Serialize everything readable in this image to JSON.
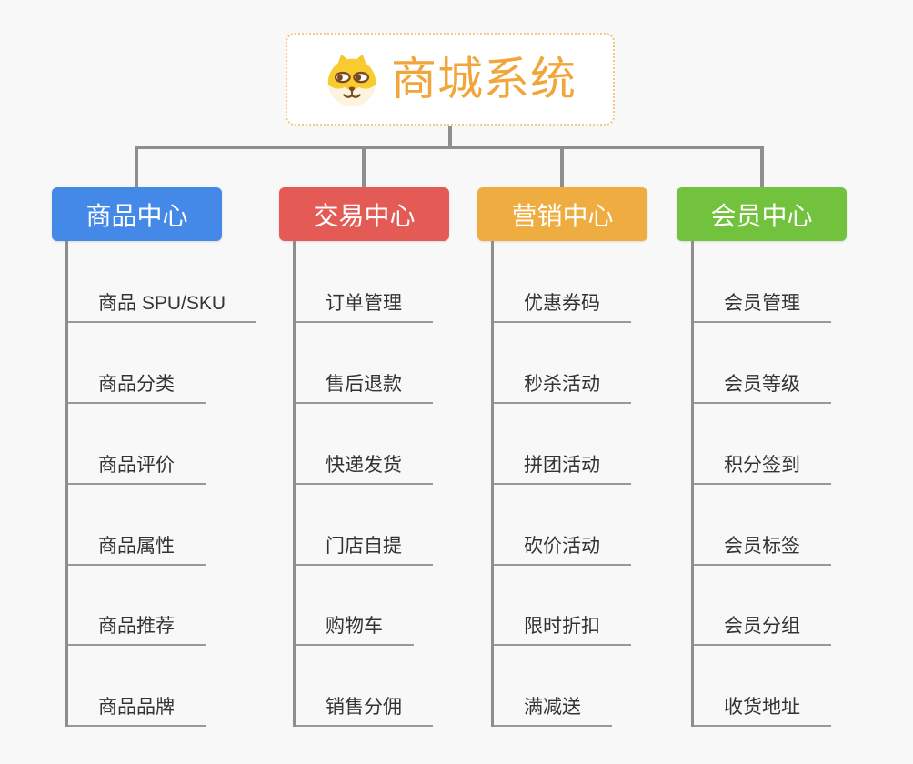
{
  "root": {
    "title": "商城系统",
    "icon": "dog-icon"
  },
  "branches": [
    {
      "label": "商品中心",
      "color": "#4489E8",
      "items": [
        "商品 SPU/SKU",
        "商品分类",
        "商品评价",
        "商品属性",
        "商品推荐",
        "商品品牌"
      ]
    },
    {
      "label": "交易中心",
      "color": "#E45B56",
      "items": [
        "订单管理",
        "售后退款",
        "快递发货",
        "门店自提",
        "购物车",
        "销售分佣"
      ]
    },
    {
      "label": "营销中心",
      "color": "#EFAC40",
      "items": [
        "优惠券码",
        "秒杀活动",
        "拼团活动",
        "砍价活动",
        "限时折扣",
        "满减送"
      ]
    },
    {
      "label": "会员中心",
      "color": "#72C23E",
      "items": [
        "会员管理",
        "会员等级",
        "积分签到",
        "会员标签",
        "会员分组",
        "收货地址"
      ]
    }
  ],
  "colors": {
    "background": "#F8F8F8",
    "root_text": "#F0A63A",
    "root_border": "#F2C77E",
    "connector": "#8E8E8E",
    "leaf_underline": "#999999",
    "leaf_text": "#333333"
  }
}
